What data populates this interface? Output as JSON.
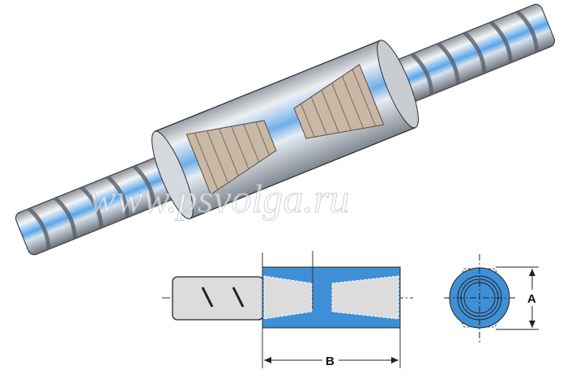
{
  "watermark": "www.psvolga.ru",
  "dimensions": {
    "length_label": "B",
    "diameter_label": "A"
  },
  "colors": {
    "coupler_blue": "#3f8fd6",
    "steel_light": "#e4e6ea",
    "steel_dark": "#7a8088",
    "outline": "#222222"
  }
}
